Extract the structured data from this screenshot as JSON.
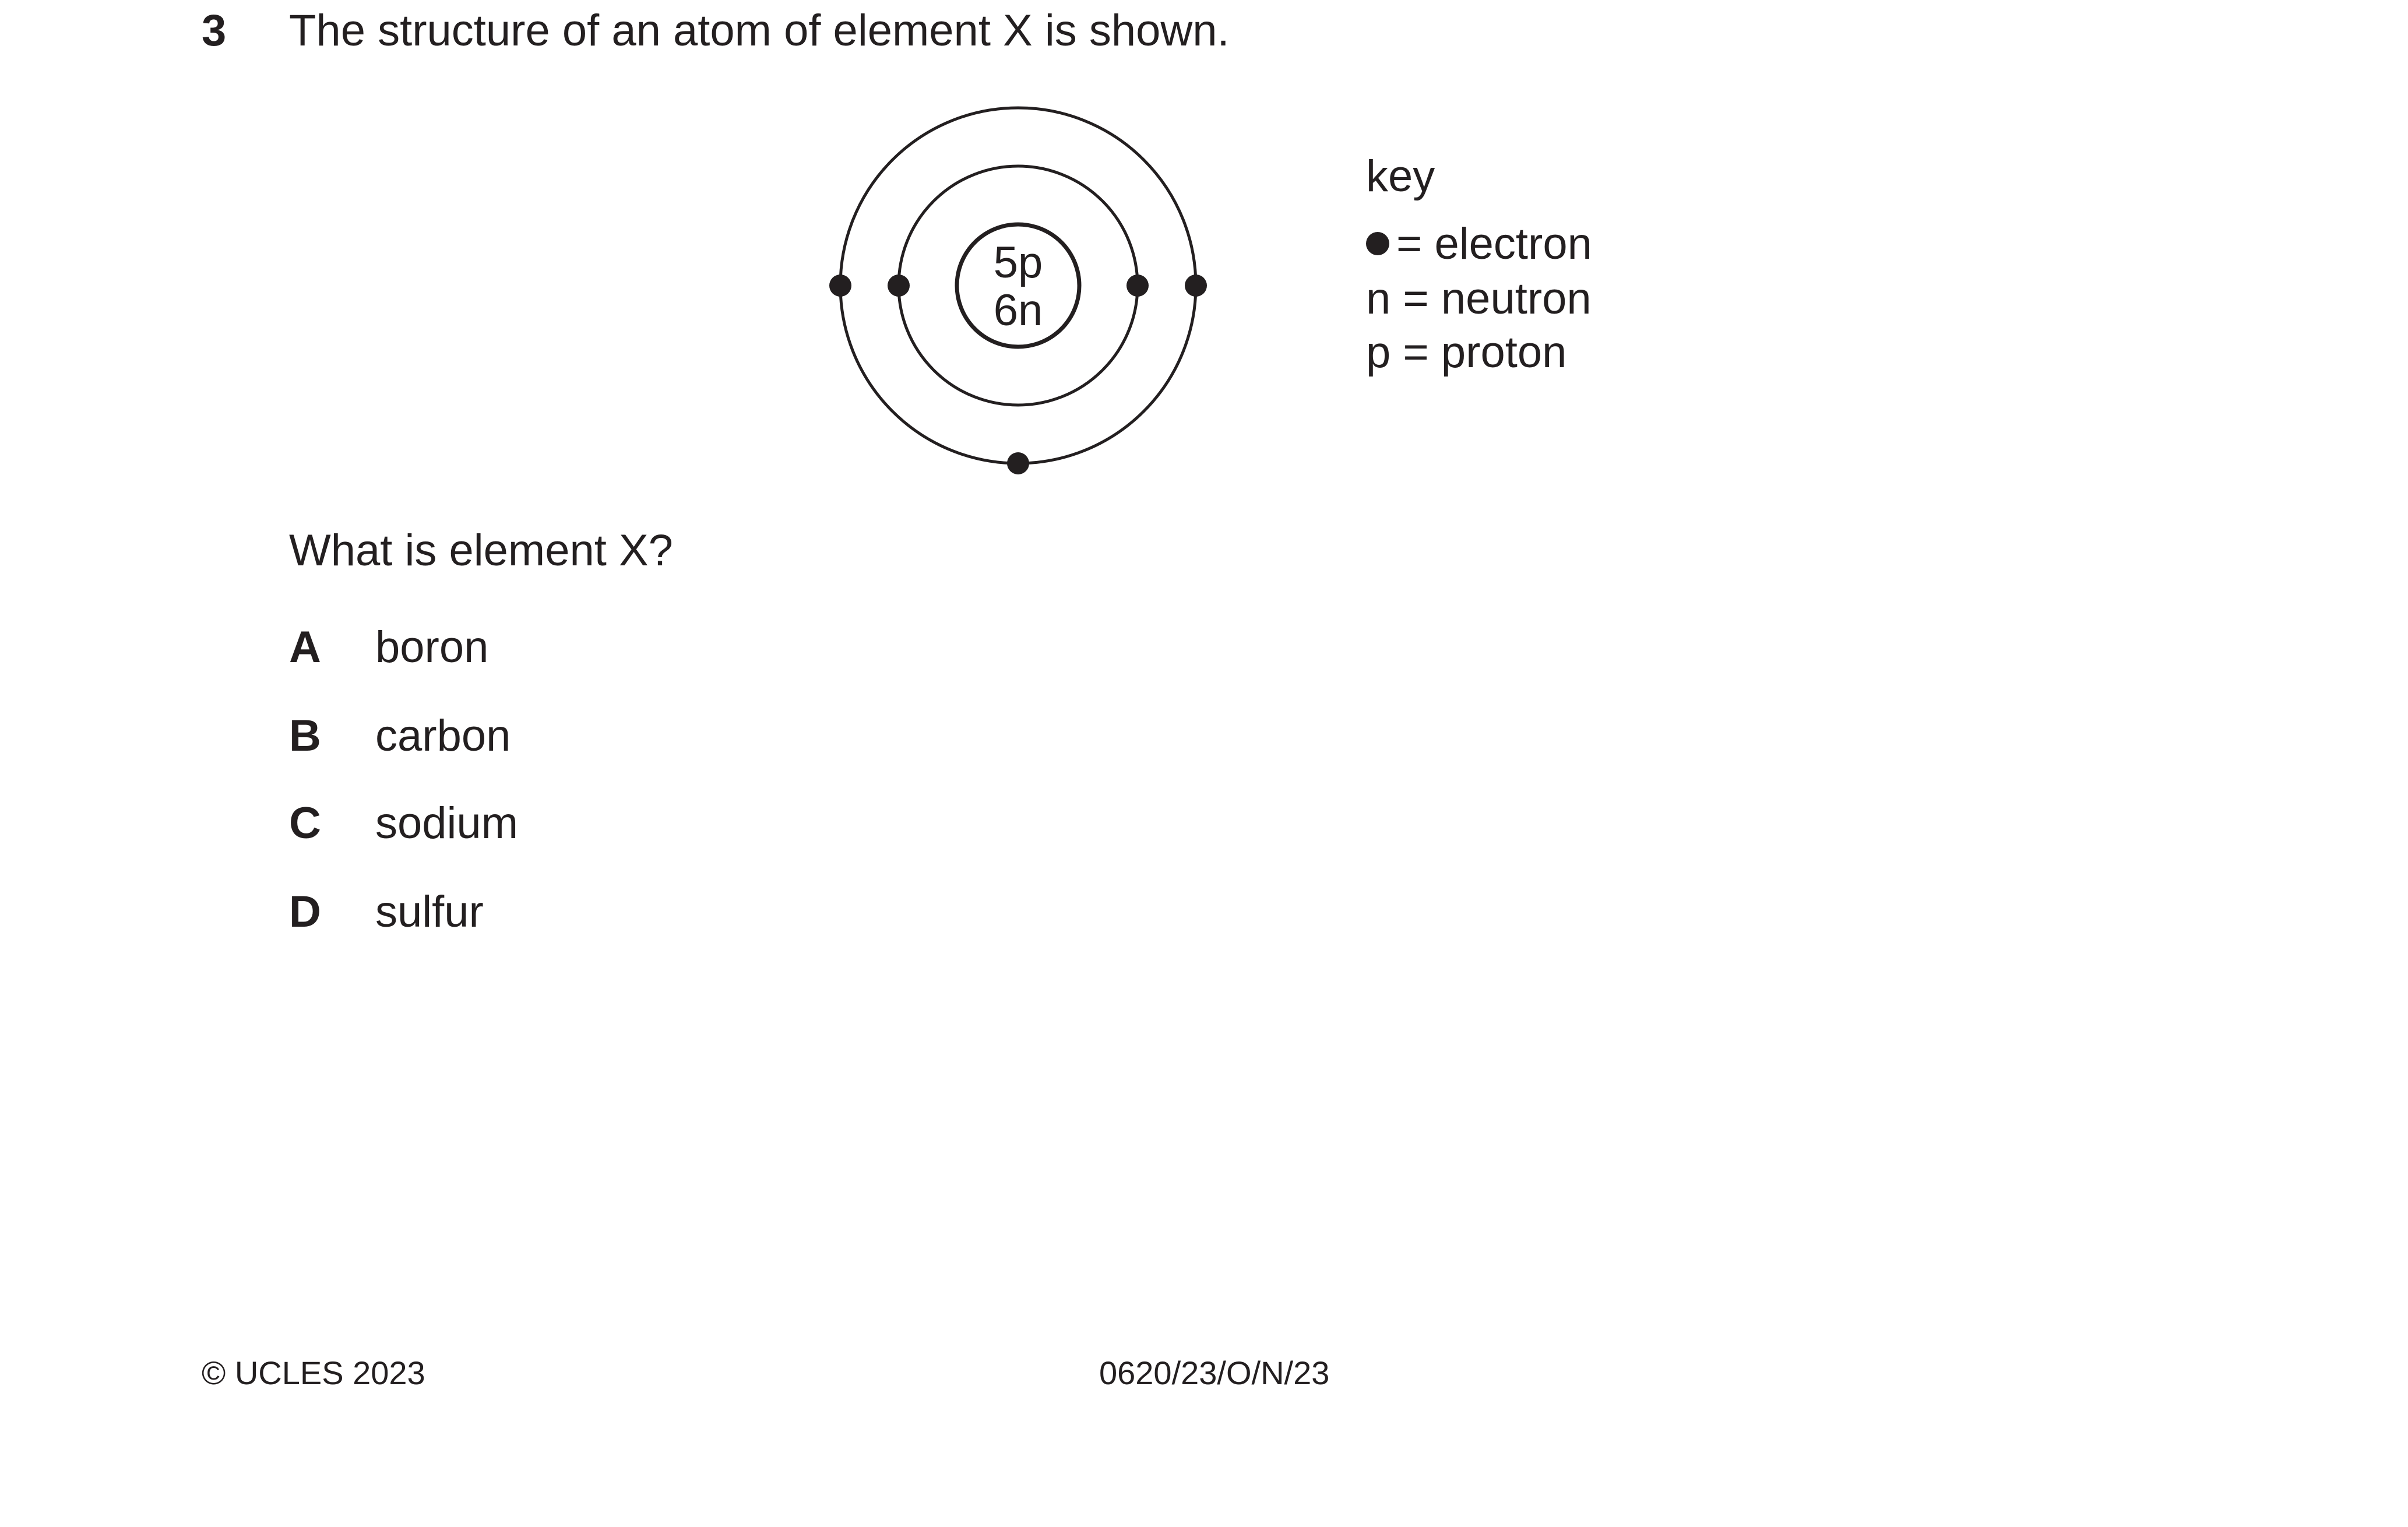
{
  "question": {
    "number": "3",
    "stem": "The structure of an atom of element X is shown.",
    "prompt": "What is element X?",
    "options": [
      {
        "letter": "A",
        "text": "boron"
      },
      {
        "letter": "B",
        "text": "carbon"
      },
      {
        "letter": "C",
        "text": "sodium"
      },
      {
        "letter": "D",
        "text": "sulfur"
      }
    ]
  },
  "diagram": {
    "nucleus": {
      "protons": "5p",
      "neutrons": "6n"
    },
    "electrons_per_shell": [
      2,
      3
    ]
  },
  "key": {
    "title": "key",
    "items": [
      {
        "symbol": "electron-dot-icon",
        "text": "= electron"
      },
      {
        "symbol": "n",
        "text": "= neutron"
      },
      {
        "symbol": "p",
        "text": "= proton"
      }
    ]
  },
  "footer": {
    "copyright": "© UCLES 2023",
    "paper_code": "0620/23/O/N/23"
  }
}
